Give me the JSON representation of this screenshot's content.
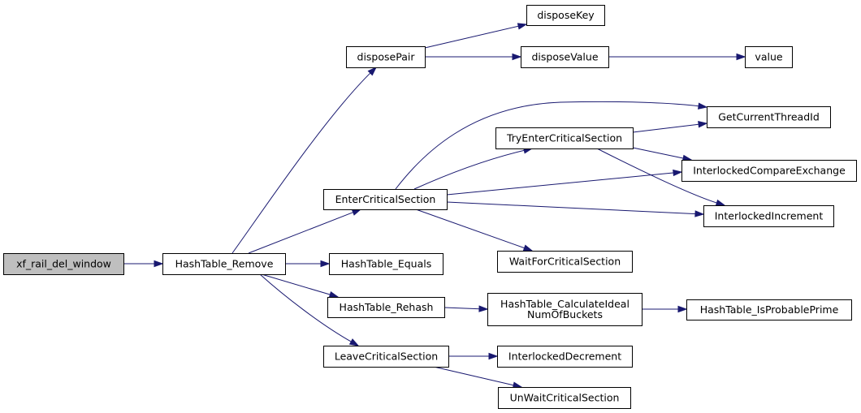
{
  "colors": {
    "edge": "#191970",
    "node_fill": "#ffffff",
    "root_fill": "#bfbfbf",
    "node_border": "#000000"
  },
  "nodes": {
    "xf_rail_del_window": {
      "lines": [
        "xf_rail_del_window"
      ],
      "root": true
    },
    "HashTable_Remove": {
      "lines": [
        "HashTable_Remove"
      ]
    },
    "disposePair": {
      "lines": [
        "disposePair"
      ]
    },
    "disposeKey": {
      "lines": [
        "disposeKey"
      ]
    },
    "disposeValue": {
      "lines": [
        "disposeValue"
      ]
    },
    "value": {
      "lines": [
        "value"
      ]
    },
    "EnterCriticalSection": {
      "lines": [
        "EnterCriticalSection"
      ]
    },
    "TryEnterCriticalSection": {
      "lines": [
        "TryEnterCriticalSection"
      ]
    },
    "GetCurrentThreadId": {
      "lines": [
        "GetCurrentThreadId"
      ]
    },
    "InterlockedCompareExchange": {
      "lines": [
        "InterlockedCompareExchange"
      ]
    },
    "InterlockedIncrement": {
      "lines": [
        "InterlockedIncrement"
      ]
    },
    "WaitForCriticalSection": {
      "lines": [
        "WaitForCriticalSection"
      ]
    },
    "HashTable_Equals": {
      "lines": [
        "HashTable_Equals"
      ]
    },
    "HashTable_Rehash": {
      "lines": [
        "HashTable_Rehash"
      ]
    },
    "HashTable_CalculateIdealNumOfBuckets": {
      "lines": [
        "HashTable_CalculateIdeal",
        "NumOfBuckets"
      ]
    },
    "HashTable_IsProbablePrime": {
      "lines": [
        "HashTable_IsProbablePrime"
      ]
    },
    "LeaveCriticalSection": {
      "lines": [
        "LeaveCriticalSection"
      ]
    },
    "InterlockedDecrement": {
      "lines": [
        "InterlockedDecrement"
      ]
    },
    "UnWaitCriticalSection": {
      "lines": [
        "UnWaitCriticalSection"
      ]
    }
  },
  "edges": [
    [
      "xf_rail_del_window",
      "HashTable_Remove"
    ],
    [
      "HashTable_Remove",
      "disposePair"
    ],
    [
      "HashTable_Remove",
      "EnterCriticalSection"
    ],
    [
      "HashTable_Remove",
      "HashTable_Equals"
    ],
    [
      "HashTable_Remove",
      "HashTable_Rehash"
    ],
    [
      "HashTable_Remove",
      "LeaveCriticalSection"
    ],
    [
      "disposePair",
      "disposeKey"
    ],
    [
      "disposePair",
      "disposeValue"
    ],
    [
      "disposeValue",
      "value"
    ],
    [
      "EnterCriticalSection",
      "GetCurrentThreadId"
    ],
    [
      "EnterCriticalSection",
      "TryEnterCriticalSection"
    ],
    [
      "EnterCriticalSection",
      "InterlockedCompareExchange"
    ],
    [
      "EnterCriticalSection",
      "InterlockedIncrement"
    ],
    [
      "EnterCriticalSection",
      "WaitForCriticalSection"
    ],
    [
      "TryEnterCriticalSection",
      "GetCurrentThreadId"
    ],
    [
      "TryEnterCriticalSection",
      "InterlockedCompareExchange"
    ],
    [
      "TryEnterCriticalSection",
      "InterlockedIncrement"
    ],
    [
      "HashTable_Rehash",
      "HashTable_CalculateIdealNumOfBuckets"
    ],
    [
      "HashTable_CalculateIdealNumOfBuckets",
      "HashTable_IsProbablePrime"
    ],
    [
      "LeaveCriticalSection",
      "InterlockedDecrement"
    ],
    [
      "LeaveCriticalSection",
      "UnWaitCriticalSection"
    ]
  ]
}
